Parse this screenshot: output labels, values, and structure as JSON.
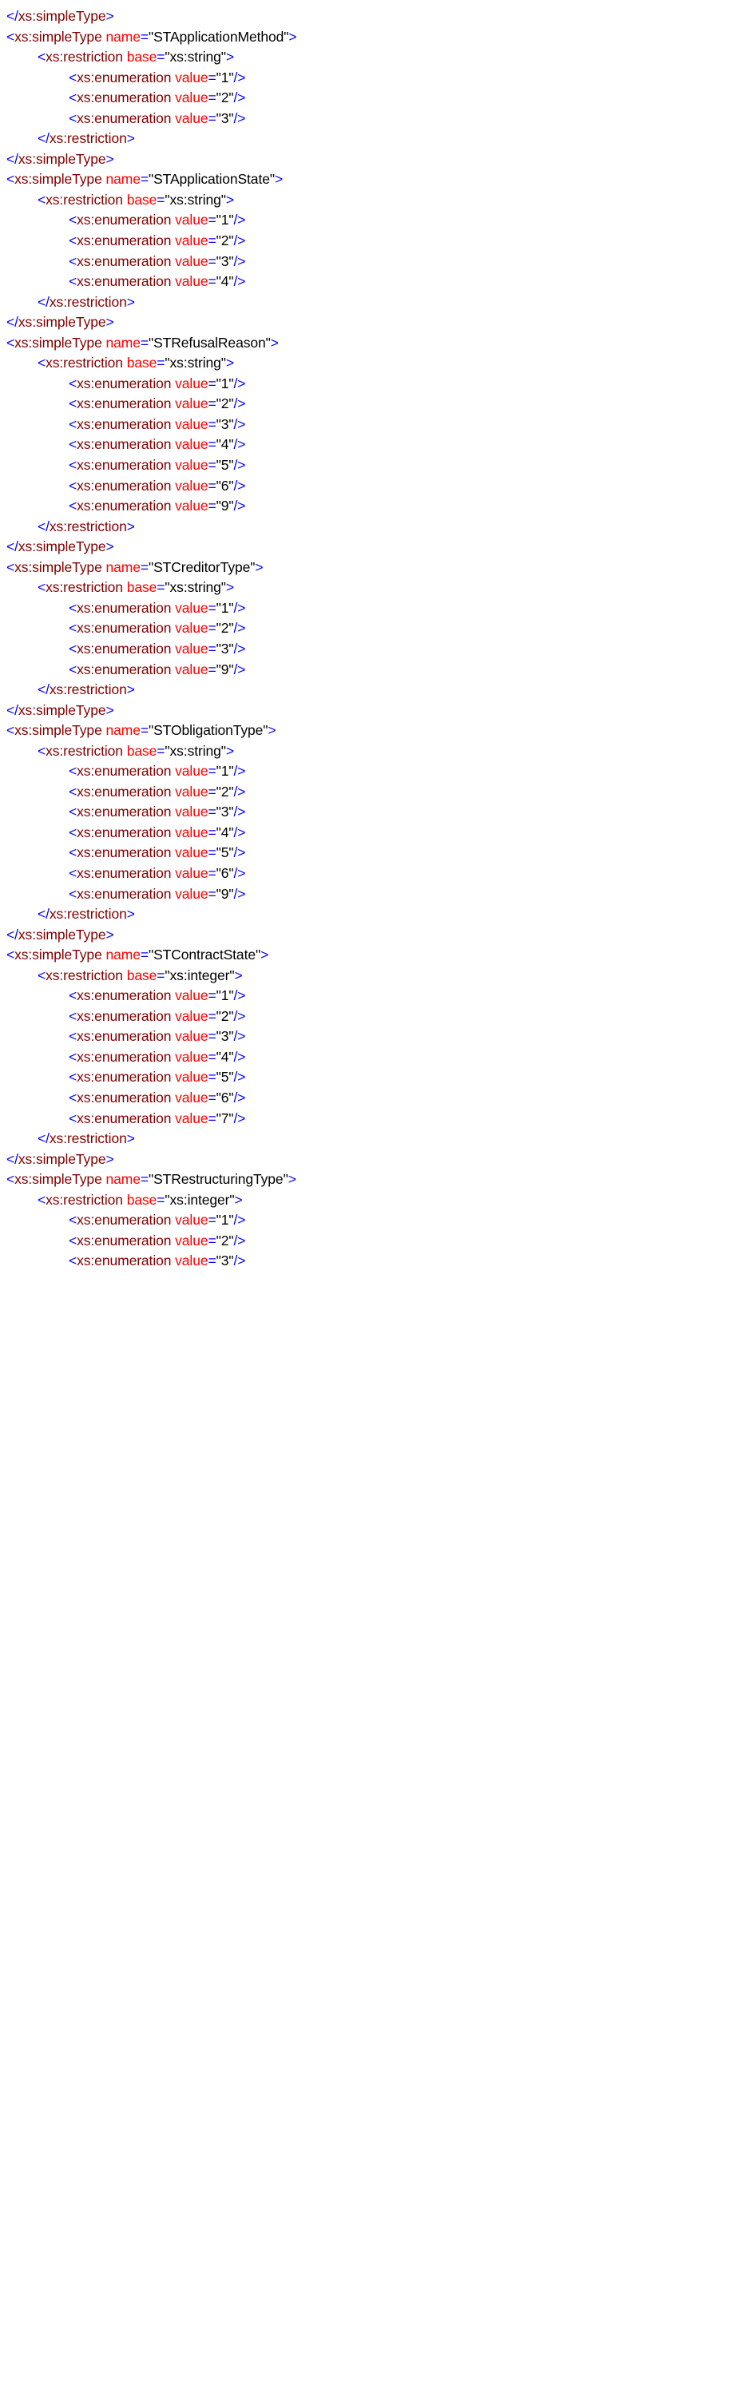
{
  "document": {
    "kind": "xml-schema-source-listing",
    "language": "XSD",
    "colors": {
      "background": "#ffffff",
      "bracket": "#0000ff",
      "element_name": "#800000",
      "attribute_name": "#ff0000",
      "equals_sign": "#0000ff",
      "attribute_value": "#000000"
    },
    "tokens": {
      "open_bracket": "<",
      "close_bracket": ">",
      "close_tag_bracket": "</",
      "self_close_bracket": "/>",
      "equals": "=",
      "quote": "\""
    },
    "element_names": {
      "simpleType": "xs:simpleType",
      "restriction": "xs:restriction",
      "enumeration": "xs:enumeration"
    },
    "attribute_names": {
      "name": "name",
      "base": "base",
      "value": "value"
    },
    "lines": [
      {
        "indent": 0,
        "kind": "close",
        "element": "xs:simpleType",
        "text": "</xs:simpleType>"
      },
      {
        "indent": 0,
        "kind": "open-attr",
        "element": "xs:simpleType",
        "attr": "name",
        "value": "STApplicationMethod",
        "text": "<xs:simpleType name=\"STApplicationMethod\">"
      },
      {
        "indent": 1,
        "kind": "open-attr",
        "element": "xs:restriction",
        "attr": "base",
        "value": "xs:string",
        "text": "<xs:restriction base=\"xs:string\">"
      },
      {
        "indent": 2,
        "kind": "empty-attr",
        "element": "xs:enumeration",
        "attr": "value",
        "value": "1",
        "text": "<xs:enumeration value=\"1\"/>"
      },
      {
        "indent": 2,
        "kind": "empty-attr",
        "element": "xs:enumeration",
        "attr": "value",
        "value": "2",
        "text": "<xs:enumeration value=\"2\"/>"
      },
      {
        "indent": 2,
        "kind": "empty-attr",
        "element": "xs:enumeration",
        "attr": "value",
        "value": "3",
        "text": "<xs:enumeration value=\"3\"/>"
      },
      {
        "indent": 1,
        "kind": "close",
        "element": "xs:restriction",
        "text": "</xs:restriction>"
      },
      {
        "indent": 0,
        "kind": "close",
        "element": "xs:simpleType",
        "text": "</xs:simpleType>"
      },
      {
        "indent": 0,
        "kind": "open-attr",
        "element": "xs:simpleType",
        "attr": "name",
        "value": "STApplicationState",
        "text": "<xs:simpleType name=\"STApplicationState\">"
      },
      {
        "indent": 1,
        "kind": "open-attr",
        "element": "xs:restriction",
        "attr": "base",
        "value": "xs:string",
        "text": "<xs:restriction base=\"xs:string\">"
      },
      {
        "indent": 2,
        "kind": "empty-attr",
        "element": "xs:enumeration",
        "attr": "value",
        "value": "1",
        "text": "<xs:enumeration value=\"1\"/>"
      },
      {
        "indent": 2,
        "kind": "empty-attr",
        "element": "xs:enumeration",
        "attr": "value",
        "value": "2",
        "text": "<xs:enumeration value=\"2\"/>"
      },
      {
        "indent": 2,
        "kind": "empty-attr",
        "element": "xs:enumeration",
        "attr": "value",
        "value": "3",
        "text": "<xs:enumeration value=\"3\"/>"
      },
      {
        "indent": 2,
        "kind": "empty-attr",
        "element": "xs:enumeration",
        "attr": "value",
        "value": "4",
        "text": "<xs:enumeration value=\"4\"/>"
      },
      {
        "indent": 1,
        "kind": "close",
        "element": "xs:restriction",
        "text": "</xs:restriction>"
      },
      {
        "indent": 0,
        "kind": "close",
        "element": "xs:simpleType",
        "text": "</xs:simpleType>"
      },
      {
        "indent": 0,
        "kind": "open-attr",
        "element": "xs:simpleType",
        "attr": "name",
        "value": "STRefusalReason",
        "text": "<xs:simpleType name=\"STRefusalReason\">"
      },
      {
        "indent": 1,
        "kind": "open-attr",
        "element": "xs:restriction",
        "attr": "base",
        "value": "xs:string",
        "text": "<xs:restriction base=\"xs:string\">"
      },
      {
        "indent": 2,
        "kind": "empty-attr",
        "element": "xs:enumeration",
        "attr": "value",
        "value": "1",
        "text": "<xs:enumeration value=\"1\"/>"
      },
      {
        "indent": 2,
        "kind": "empty-attr",
        "element": "xs:enumeration",
        "attr": "value",
        "value": "2",
        "text": "<xs:enumeration value=\"2\"/>"
      },
      {
        "indent": 2,
        "kind": "empty-attr",
        "element": "xs:enumeration",
        "attr": "value",
        "value": "3",
        "text": "<xs:enumeration value=\"3\"/>"
      },
      {
        "indent": 2,
        "kind": "empty-attr",
        "element": "xs:enumeration",
        "attr": "value",
        "value": "4",
        "text": "<xs:enumeration value=\"4\"/>"
      },
      {
        "indent": 2,
        "kind": "empty-attr",
        "element": "xs:enumeration",
        "attr": "value",
        "value": "5",
        "text": "<xs:enumeration value=\"5\"/>"
      },
      {
        "indent": 2,
        "kind": "empty-attr",
        "element": "xs:enumeration",
        "attr": "value",
        "value": "6",
        "text": "<xs:enumeration value=\"6\"/>"
      },
      {
        "indent": 2,
        "kind": "empty-attr",
        "element": "xs:enumeration",
        "attr": "value",
        "value": "9",
        "text": "<xs:enumeration value=\"9\"/>"
      },
      {
        "indent": 1,
        "kind": "close",
        "element": "xs:restriction",
        "text": "</xs:restriction>"
      },
      {
        "indent": 0,
        "kind": "close",
        "element": "xs:simpleType",
        "text": "</xs:simpleType>"
      },
      {
        "indent": 0,
        "kind": "open-attr",
        "element": "xs:simpleType",
        "attr": "name",
        "value": "STCreditorType",
        "text": "<xs:simpleType name=\"STCreditorType\">"
      },
      {
        "indent": 1,
        "kind": "open-attr",
        "element": "xs:restriction",
        "attr": "base",
        "value": "xs:string",
        "text": "<xs:restriction base=\"xs:string\">"
      },
      {
        "indent": 2,
        "kind": "empty-attr",
        "element": "xs:enumeration",
        "attr": "value",
        "value": "1",
        "text": "<xs:enumeration value=\"1\"/>"
      },
      {
        "indent": 2,
        "kind": "empty-attr",
        "element": "xs:enumeration",
        "attr": "value",
        "value": "2",
        "text": "<xs:enumeration value=\"2\"/>"
      },
      {
        "indent": 2,
        "kind": "empty-attr",
        "element": "xs:enumeration",
        "attr": "value",
        "value": "3",
        "text": "<xs:enumeration value=\"3\"/>"
      },
      {
        "indent": 2,
        "kind": "empty-attr",
        "element": "xs:enumeration",
        "attr": "value",
        "value": "9",
        "text": "<xs:enumeration value=\"9\"/>"
      },
      {
        "indent": 1,
        "kind": "close",
        "element": "xs:restriction",
        "text": "</xs:restriction>"
      },
      {
        "indent": 0,
        "kind": "close",
        "element": "xs:simpleType",
        "text": "</xs:simpleType>"
      },
      {
        "indent": 0,
        "kind": "open-attr",
        "element": "xs:simpleType",
        "attr": "name",
        "value": "STObligationType",
        "text": "<xs:simpleType name=\"STObligationType\">"
      },
      {
        "indent": 1,
        "kind": "open-attr",
        "element": "xs:restriction",
        "attr": "base",
        "value": "xs:string",
        "text": "<xs:restriction base=\"xs:string\">"
      },
      {
        "indent": 2,
        "kind": "empty-attr",
        "element": "xs:enumeration",
        "attr": "value",
        "value": "1",
        "text": "<xs:enumeration value=\"1\"/>"
      },
      {
        "indent": 2,
        "kind": "empty-attr",
        "element": "xs:enumeration",
        "attr": "value",
        "value": "2",
        "text": "<xs:enumeration value=\"2\"/>"
      },
      {
        "indent": 2,
        "kind": "empty-attr",
        "element": "xs:enumeration",
        "attr": "value",
        "value": "3",
        "text": "<xs:enumeration value=\"3\"/>"
      },
      {
        "indent": 2,
        "kind": "empty-attr",
        "element": "xs:enumeration",
        "attr": "value",
        "value": "4",
        "text": "<xs:enumeration value=\"4\"/>"
      },
      {
        "indent": 2,
        "kind": "empty-attr",
        "element": "xs:enumeration",
        "attr": "value",
        "value": "5",
        "text": "<xs:enumeration value=\"5\"/>"
      },
      {
        "indent": 2,
        "kind": "empty-attr",
        "element": "xs:enumeration",
        "attr": "value",
        "value": "6",
        "text": "<xs:enumeration value=\"6\"/>"
      },
      {
        "indent": 2,
        "kind": "empty-attr",
        "element": "xs:enumeration",
        "attr": "value",
        "value": "9",
        "text": "<xs:enumeration value=\"9\"/>"
      },
      {
        "indent": 1,
        "kind": "close",
        "element": "xs:restriction",
        "text": "</xs:restriction>"
      },
      {
        "indent": 0,
        "kind": "close",
        "element": "xs:simpleType",
        "text": "</xs:simpleType>"
      },
      {
        "indent": 0,
        "kind": "open-attr",
        "element": "xs:simpleType",
        "attr": "name",
        "value": "STContractState",
        "text": "<xs:simpleType name=\"STContractState\">"
      },
      {
        "indent": 1,
        "kind": "open-attr",
        "element": "xs:restriction",
        "attr": "base",
        "value": "xs:integer",
        "text": "<xs:restriction base=\"xs:integer\">"
      },
      {
        "indent": 2,
        "kind": "empty-attr",
        "element": "xs:enumeration",
        "attr": "value",
        "value": "1",
        "text": "<xs:enumeration value=\"1\"/>"
      },
      {
        "indent": 2,
        "kind": "empty-attr",
        "element": "xs:enumeration",
        "attr": "value",
        "value": "2",
        "text": "<xs:enumeration value=\"2\"/>"
      },
      {
        "indent": 2,
        "kind": "empty-attr",
        "element": "xs:enumeration",
        "attr": "value",
        "value": "3",
        "text": "<xs:enumeration value=\"3\"/>"
      },
      {
        "indent": 2,
        "kind": "empty-attr",
        "element": "xs:enumeration",
        "attr": "value",
        "value": "4",
        "text": "<xs:enumeration value=\"4\"/>"
      },
      {
        "indent": 2,
        "kind": "empty-attr",
        "element": "xs:enumeration",
        "attr": "value",
        "value": "5",
        "text": "<xs:enumeration value=\"5\"/>"
      },
      {
        "indent": 2,
        "kind": "empty-attr",
        "element": "xs:enumeration",
        "attr": "value",
        "value": "6",
        "text": "<xs:enumeration value=\"6\"/>"
      },
      {
        "indent": 2,
        "kind": "empty-attr",
        "element": "xs:enumeration",
        "attr": "value",
        "value": "7",
        "text": "<xs:enumeration value=\"7\"/>"
      },
      {
        "indent": 1,
        "kind": "close",
        "element": "xs:restriction",
        "text": "</xs:restriction>"
      },
      {
        "indent": 0,
        "kind": "close",
        "element": "xs:simpleType",
        "text": "</xs:simpleType>"
      },
      {
        "indent": 0,
        "kind": "open-attr",
        "element": "xs:simpleType",
        "attr": "name",
        "value": "STRestructuringType",
        "text": "<xs:simpleType name=\"STRestructuringType\">"
      },
      {
        "indent": 1,
        "kind": "open-attr",
        "element": "xs:restriction",
        "attr": "base",
        "value": "xs:integer",
        "text": "<xs:restriction base=\"xs:integer\">"
      },
      {
        "indent": 2,
        "kind": "empty-attr",
        "element": "xs:enumeration",
        "attr": "value",
        "value": "1",
        "text": "<xs:enumeration value=\"1\"/>"
      },
      {
        "indent": 2,
        "kind": "empty-attr",
        "element": "xs:enumeration",
        "attr": "value",
        "value": "2",
        "text": "<xs:enumeration value=\"2\"/>"
      },
      {
        "indent": 2,
        "kind": "empty-attr",
        "element": "xs:enumeration",
        "attr": "value",
        "value": "3",
        "text": "<xs:enumeration value=\"3\"/>"
      }
    ]
  }
}
